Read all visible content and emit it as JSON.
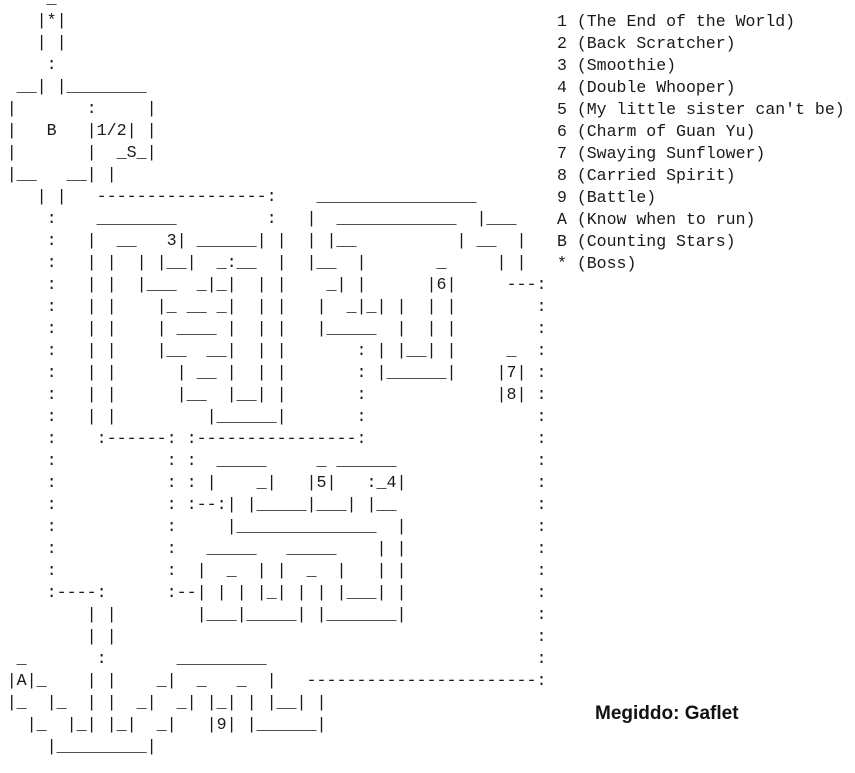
{
  "map": {
    "rows": [
      "    _",
      "   |*|",
      "   | |",
      "    :",
      " __| |________",
      "|       :     |",
      "|   B   |1/2| |",
      "|       |  _S_|",
      "|__   __| |",
      "   | |   -----------------:    ________________",
      "    :    ________         :   |  ____________  |___",
      "    :   |  __   3| ______| |  | |__          | __  |",
      "    :   | |  | |__|  _:__  |  |__  |       _     | |",
      "    :   | |  |___  _|_|  | |    _| |      |6|     ---:",
      "    :   | |    |_ __ _|  | |   |  _|_| |  | |        :",
      "    :   | |    | ____ |  | |   |_____  |  | |        :",
      "    :   | |    |__  __|  | |       : | |__| |     _  :",
      "    :   | |      | __ |  | |       : |______|    |7| :",
      "    :   | |      |__  |__| |       :             |8| :",
      "    :   | |         |______|       :                 :",
      "    :    :------: :----------------:                 :",
      "    :           : :  _____     _ ______              :",
      "    :           : : |    _|   |5|   :_4|             :",
      "    :           : :--:| |_____|___| |__              :",
      "    :           :     |______________  |             :",
      "    :           :   _____   _____    | |             :",
      "    :           :  |  _  | |  _  |   | |             :",
      "    :----:      :--| | | |_| | | |___| |             :",
      "        | |        |___|_____| |_______|             :",
      "        | |                                          :",
      " _       :       _________                           :",
      "|A|_    | |    _|  _   _  |   -----------------------:",
      "|_  |_  | |  _|  _| |_| | |__| |",
      "  |_  |_| |_|  _|   |9| |______|",
      "    |_________|"
    ]
  },
  "legend": [
    {
      "key": "1",
      "name": "(The End of the World)"
    },
    {
      "key": "2",
      "name": "(Back Scratcher)"
    },
    {
      "key": "3",
      "name": "(Smoothie)"
    },
    {
      "key": "4",
      "name": "(Double Whooper)"
    },
    {
      "key": "5",
      "name": "(My little sister can't be)"
    },
    {
      "key": "6",
      "name": "(Charm of Guan Yu)"
    },
    {
      "key": "7",
      "name": "(Swaying Sunflower)"
    },
    {
      "key": "8",
      "name": "(Carried Spirit)"
    },
    {
      "key": "9",
      "name": "(Battle)"
    },
    {
      "key": "A",
      "name": "(Know when to run)"
    },
    {
      "key": "B",
      "name": "(Counting Stars)"
    },
    {
      "key": "*",
      "name": "(Boss)"
    }
  ],
  "title": "Megiddo: Gaflet"
}
